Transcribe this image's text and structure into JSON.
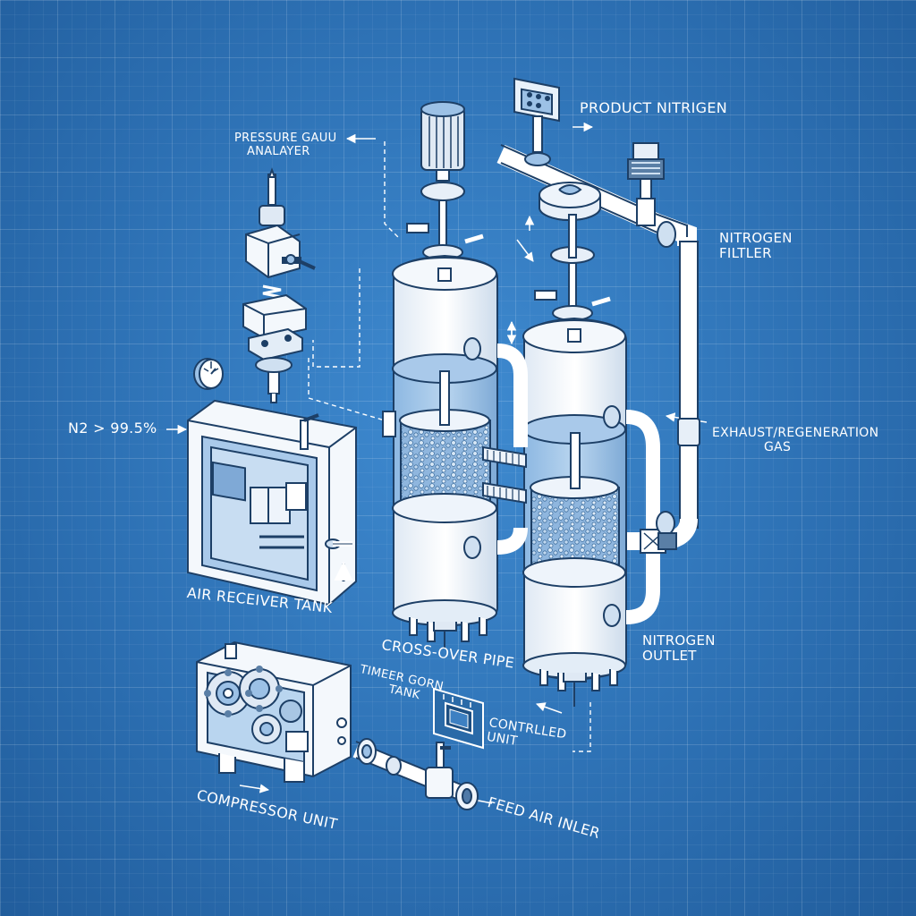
{
  "labels": {
    "pressure_gauge": [
      "PRESSURE GAUU",
      "ANALAYER"
    ],
    "product_nitrogen": "PRODUCT NITRIGEN",
    "nitrogen_filter": [
      "NITROGEN",
      "FILTLER"
    ],
    "purity": "N2 > 99.5%",
    "exhaust": [
      "EXHAUST/REGENERATION",
      "GAS"
    ],
    "air_receiver": "AIR RECEIVER TANK",
    "nitrogen_outlet": [
      "NITROGEN",
      "OUTLET"
    ],
    "cross_over": "CROSS-OVER PIPE",
    "timer_tank": [
      "TIMEER GORN",
      "TANK"
    ],
    "controlled_unit": [
      "CONTRLLED",
      "UNIT"
    ],
    "compressor": "COMPRESSOR UNIT",
    "feed_air": "FEED AIR INLER"
  },
  "colors": {
    "background": "#2f74b8",
    "grid": "#5c9ad4",
    "line": "#ffffff",
    "fill": "#f4f8fc",
    "media": "#7fa9d6"
  }
}
